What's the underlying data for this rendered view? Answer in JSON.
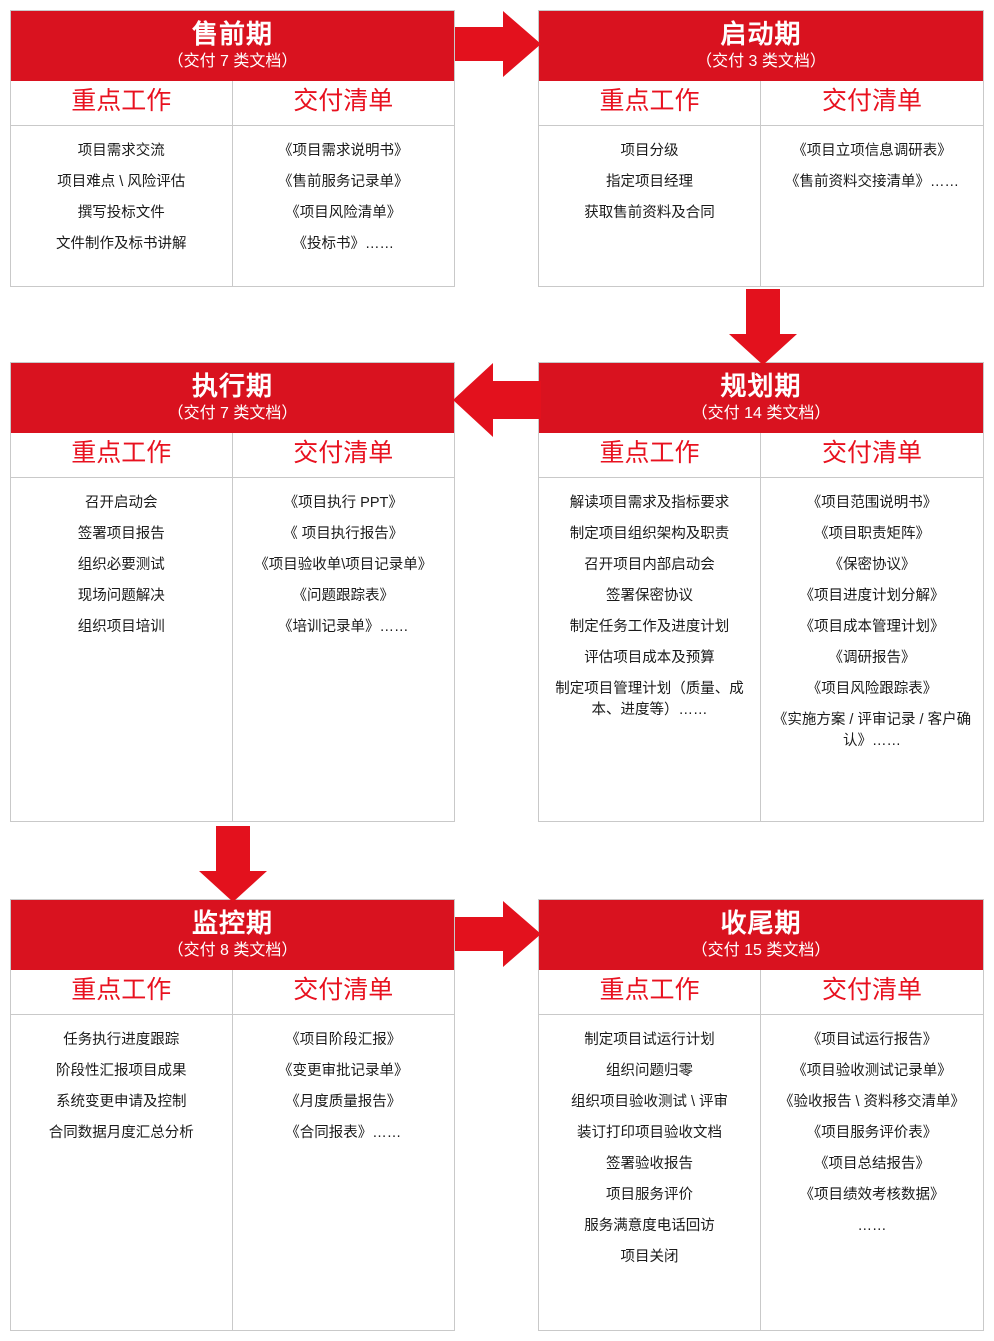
{
  "theme": {
    "header_red": "#d9121f",
    "heading_red": "#e8111f",
    "arrow_red": "#e3111d",
    "border_gray": "#c9c9c9",
    "body_text": "#1a1a1a"
  },
  "column_headings": {
    "key_work": "重点工作",
    "deliverables": "交付清单"
  },
  "phases": [
    {
      "id": "presales",
      "title": "售前期",
      "subtitle": "（交付 7 类文档）",
      "key_work": [
        "项目需求交流",
        "项目难点 \\ 风险评估",
        "撰写投标文件",
        "文件制作及标书讲解"
      ],
      "deliverables": [
        "《项目需求说明书》",
        "《售前服务记录单》",
        "《项目风险清单》",
        "《投标书》……"
      ]
    },
    {
      "id": "kickoff",
      "title": "启动期",
      "subtitle": "（交付 3 类文档）",
      "key_work": [
        "项目分级",
        "指定项目经理",
        "获取售前资料及合同"
      ],
      "deliverables": [
        "《项目立项信息调研表》",
        "《售前资料交接清单》……"
      ]
    },
    {
      "id": "execution",
      "title": "执行期",
      "subtitle": "（交付 7 类文档）",
      "key_work": [
        "召开启动会",
        "签署项目报告",
        "组织必要测试",
        "现场问题解决",
        "组织项目培训"
      ],
      "deliverables": [
        "《项目执行 PPT》",
        "《 项目执行报告》",
        "《项目验收单\\项目记录单》",
        "《问题跟踪表》",
        "《培训记录单》……"
      ]
    },
    {
      "id": "planning",
      "title": "规划期",
      "subtitle": "（交付 14 类文档）",
      "key_work": [
        "解读项目需求及指标要求",
        "制定项目组织架构及职责",
        "召开项目内部启动会",
        "签署保密协议",
        "制定任务工作及进度计划",
        "评估项目成本及预算",
        "制定项目管理计划（质量、成本、进度等）……"
      ],
      "deliverables": [
        "《项目范围说明书》",
        "《项目职责矩阵》",
        "《保密协议》",
        "《项目进度计划分解》",
        "《项目成本管理计划》",
        "《调研报告》",
        "《项目风险跟踪表》",
        "《实施方案 / 评审记录 / 客户确认》……"
      ]
    },
    {
      "id": "monitor",
      "title": "监控期",
      "subtitle": "（交付 8 类文档）",
      "key_work": [
        "任务执行进度跟踪",
        "阶段性汇报项目成果",
        "系统变更申请及控制",
        "合同数据月度汇总分析"
      ],
      "deliverables": [
        "《项目阶段汇报》",
        "《变更审批记录单》",
        "《月度质量报告》",
        "《合同报表》……"
      ]
    },
    {
      "id": "closing",
      "title": "收尾期",
      "subtitle": "（交付 15 类文档）",
      "key_work": [
        "制定项目试运行计划",
        "组织问题归零",
        "组织项目验收测试 \\ 评审",
        "装订打印项目验收文档",
        "签署验收报告",
        "项目服务评价",
        "服务满意度电话回访",
        "项目关闭"
      ],
      "deliverables": [
        "《项目试运行报告》",
        "《项目验收测试记录单》",
        "《验收报告 \\ 资料移交清单》",
        "《项目服务评价表》",
        "《项目总结报告》",
        "《项目绩效考核数据》",
        "……"
      ]
    }
  ],
  "arrows": [
    {
      "id": "presales-to-kickoff",
      "direction": "right",
      "from": "presales",
      "to": "kickoff"
    },
    {
      "id": "kickoff-to-planning",
      "direction": "down",
      "from": "kickoff",
      "to": "planning"
    },
    {
      "id": "planning-to-exec",
      "direction": "left",
      "from": "planning",
      "to": "execution"
    },
    {
      "id": "exec-to-monitor",
      "direction": "down",
      "from": "execution",
      "to": "monitor"
    },
    {
      "id": "monitor-to-closing",
      "direction": "right",
      "from": "monitor",
      "to": "closing"
    }
  ]
}
